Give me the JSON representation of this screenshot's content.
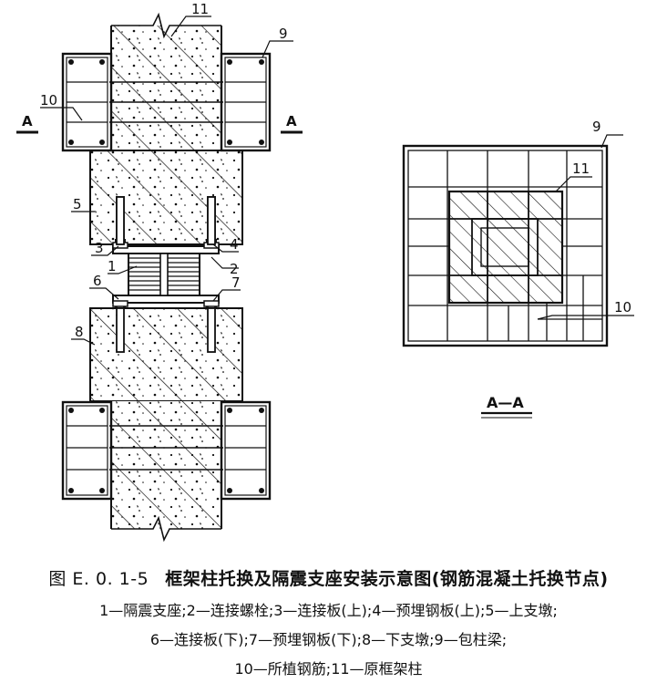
{
  "figure": {
    "callouts": {
      "c1": "1",
      "c2": "2",
      "c3": "3",
      "c4": "4",
      "c5": "5",
      "c6": "6",
      "c7": "7",
      "c8": "8",
      "c9": "9",
      "c10": "10",
      "c11": "11",
      "c9_section": "9",
      "c10_section": "10",
      "c11_section": "11"
    },
    "section_mark_left": "A",
    "section_mark_right": "A",
    "section_view_label": "A—A"
  },
  "caption": {
    "figure_number": "图 E. 0. 1-5",
    "title": "框架柱托换及隔震支座安装示意图(钢筋混凝土托换节点)",
    "legend_line_1": "1—隔震支座;2—连接螺栓;3—连接板(上);4—预埋钢板(上);5—上支墩;",
    "legend_line_2": "6—连接板(下);7—预埋钢板(下);8—下支墩;9—包柱梁;",
    "legend_line_3": "10—所植钢筋;11—原框架柱"
  }
}
